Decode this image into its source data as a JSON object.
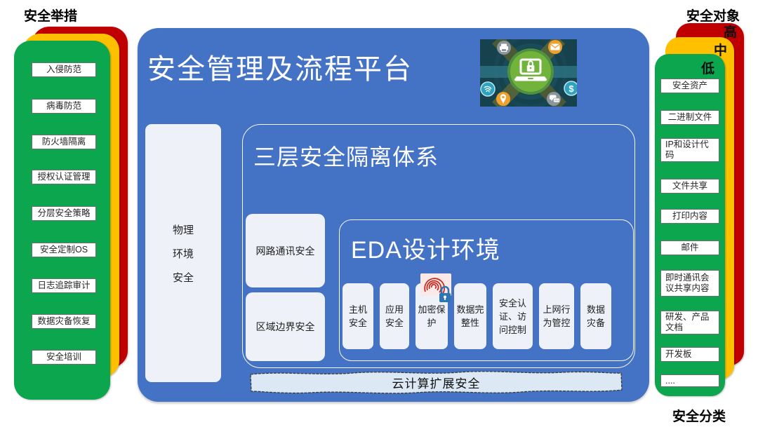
{
  "left_panel": {
    "title": "安全举措",
    "items": [
      "入侵防范",
      "病毒防范",
      "防火墙隔离",
      "授权认证管理",
      "分层安全策略",
      "安全定制OS",
      "日志追踪审计",
      "数据灾备恢复",
      "安全培训"
    ]
  },
  "right_panel": {
    "title": "安全对象",
    "levels": [
      "高",
      "中",
      "低"
    ],
    "items": [
      "安全资产",
      "二进制文件",
      "IP和设计代码",
      "文件共享",
      "打印内容",
      "邮件",
      "即时通讯会议共享内容",
      "研发、产品文档",
      "开发板",
      "...."
    ],
    "bottom_title": "安全分类"
  },
  "platform": {
    "title": "安全管理及流程平台",
    "physical_env": {
      "lines": [
        "物理",
        "环境",
        "安全"
      ]
    },
    "isolation": {
      "title": "三层安全隔离体系",
      "side_boxes": [
        "网路通讯安全",
        "区域边界安全"
      ],
      "eda": {
        "title": "EDA设计环境",
        "items": [
          "主机安全",
          "应用安全",
          "加密保护",
          "数据完整性",
          "安全认证、访问控制",
          "上网行为管控",
          "数据灾备"
        ]
      }
    },
    "cloud_banner": "云计算扩展安全"
  },
  "colors": {
    "platform_blue": "#4472C4",
    "card_green": "#0CA64E",
    "card_yellow": "#FFC000",
    "card_red": "#C00000",
    "inner_box": "#EFF1F8",
    "banner_bg": "#DCE8F4"
  },
  "icons": {
    "center_illustration": [
      "laptop-lock-icon",
      "printer-icon",
      "mail-icon",
      "fingerprint-icon",
      "dollar-icon",
      "location-pin-icon",
      "chat-bubbles-icon"
    ],
    "encryption_badge": "fingerprint-lock-icon"
  }
}
